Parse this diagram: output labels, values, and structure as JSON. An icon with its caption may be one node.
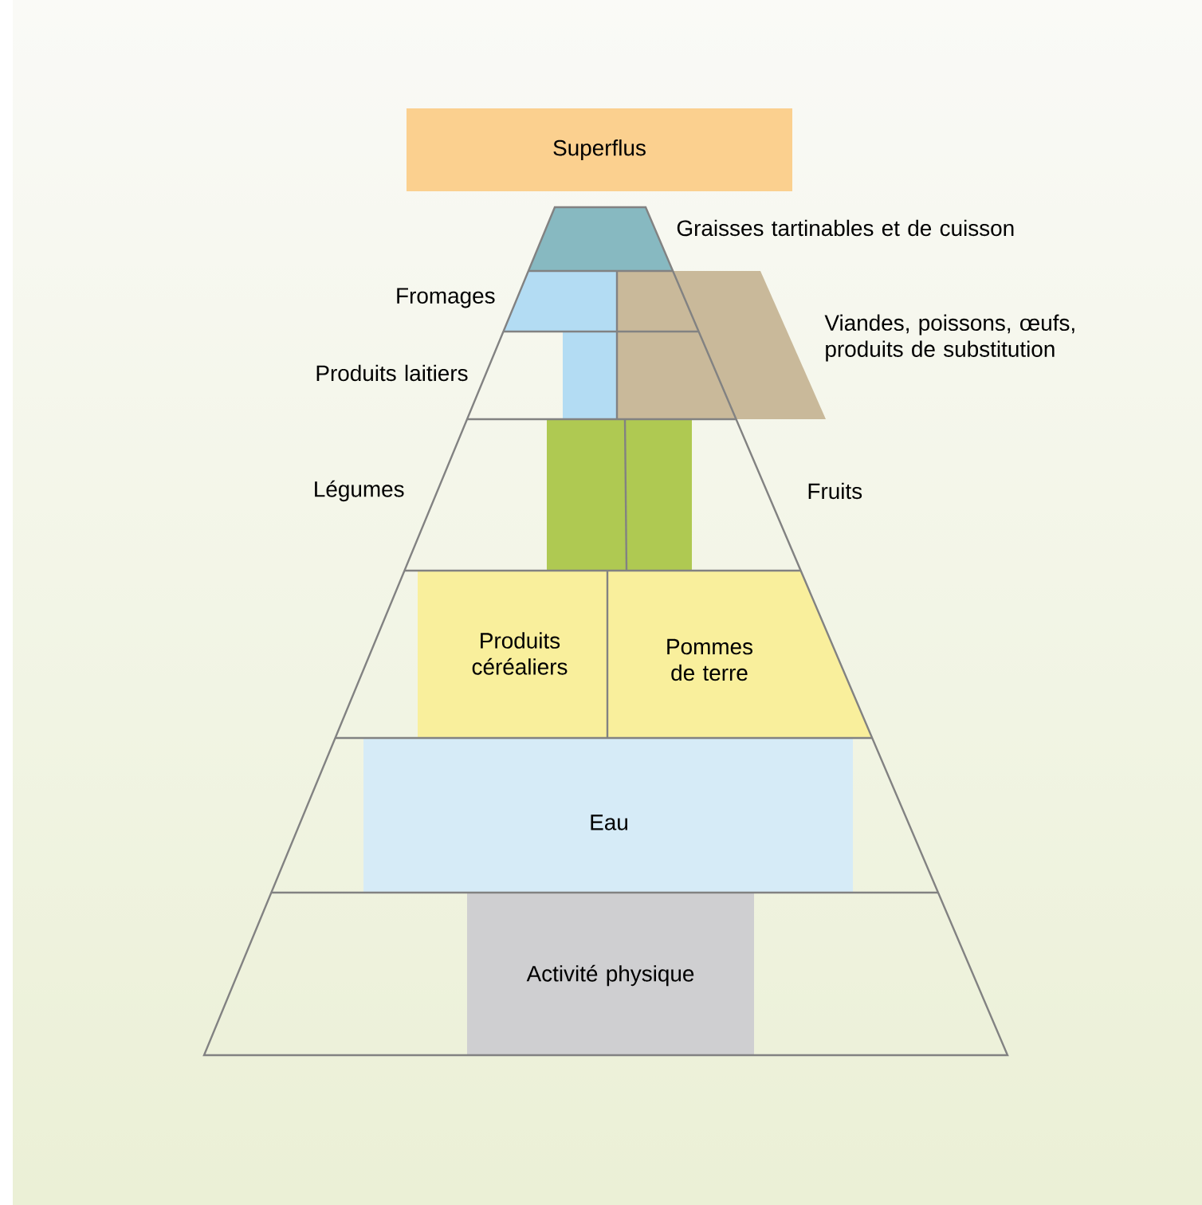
{
  "diagram": {
    "nodes": [
      {
        "text": [
          "Superflus"
        ]
      },
      {
        "text": [],
        "shape": "trapezoid"
      },
      {
        "text": [],
        "shape": "trapezoid"
      },
      {
        "text": [],
        "shape": "bar"
      },
      {
        "text": [],
        "shape": "parallelogram"
      },
      {
        "text": [],
        "shape": "bar"
      },
      {
        "text": [],
        "shape": "bar"
      },
      {
        "text": [
          "Produits céréaliers"
        ]
      },
      {
        "text": [
          "Pommes de terre"
        ]
      },
      {
        "text": [
          "Eau"
        ]
      },
      {
        "text": [
          "Activité physique"
        ]
      }
    ],
    "labels": [
      "Graisses tartinables et de cuisson",
      "Fromages",
      "Viandes, poissons, œufs, produits de substitution",
      "Produits laitiers",
      "Légumes",
      "Fruits"
    ]
  }
}
